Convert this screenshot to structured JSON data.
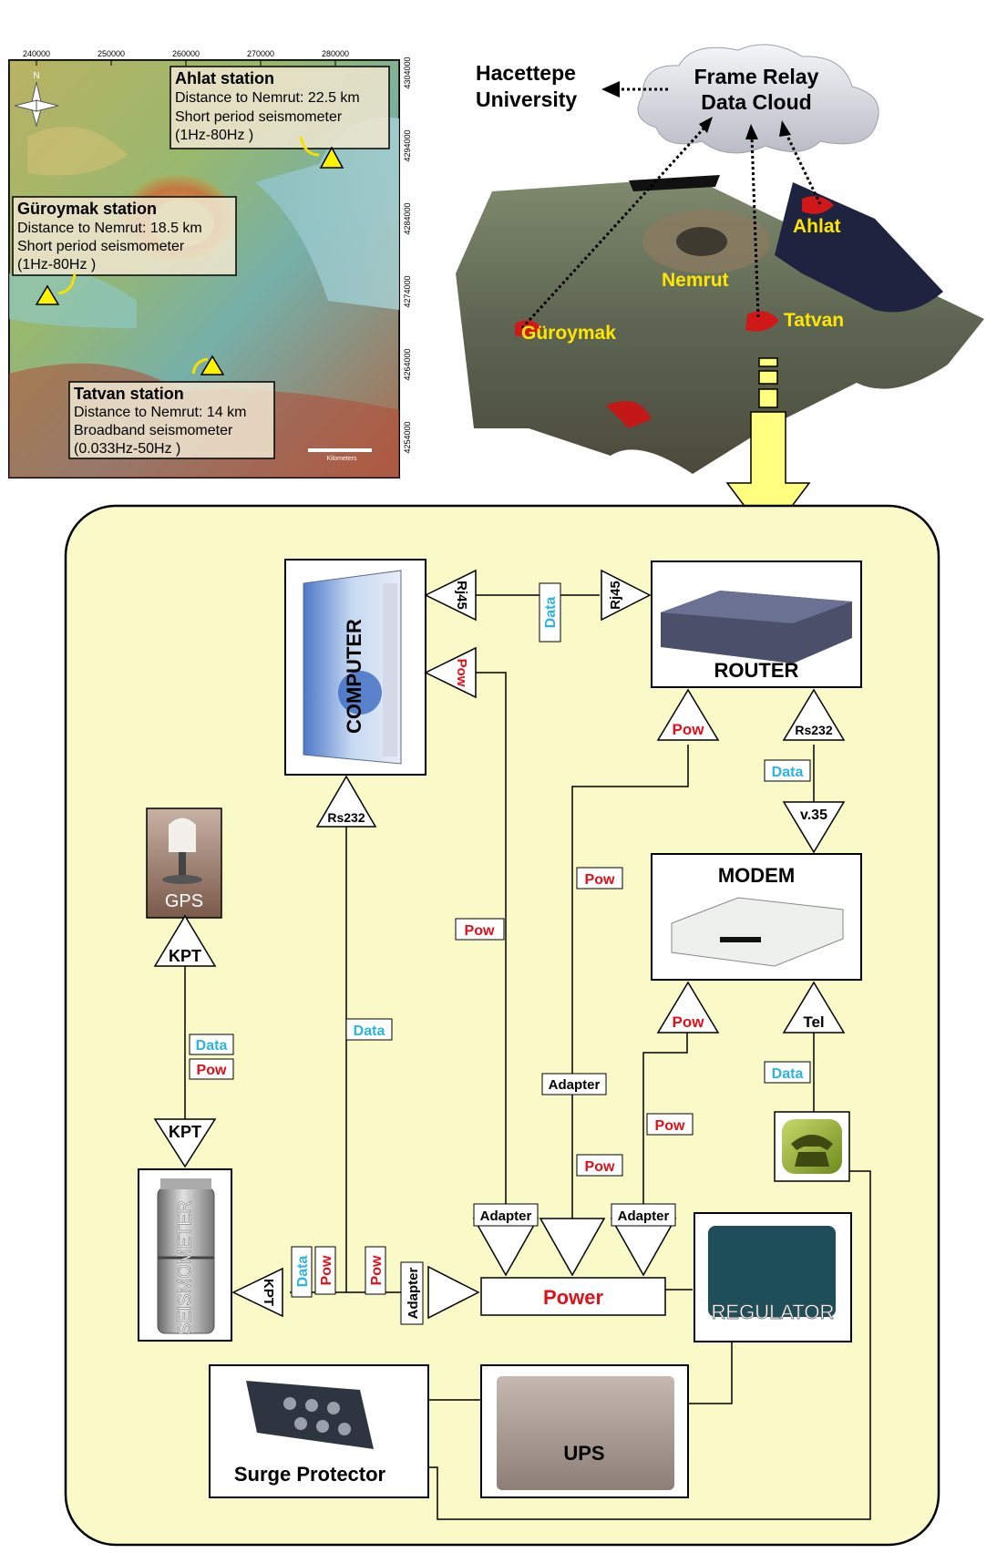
{
  "map": {
    "top_ticks": [
      "240000",
      "250000",
      "260000",
      "270000",
      "280000"
    ],
    "right_ticks": [
      "4304000",
      "4294000",
      "4284000",
      "4274000",
      "4264000",
      "4254000"
    ],
    "north": "N",
    "scale_label": "Kilometers",
    "stations": [
      {
        "title": "Ahlat station",
        "line1": "Distance to Nemrut: 22.5 km",
        "line2": "Short period seismometer",
        "line3": "(1Hz-80Hz )"
      },
      {
        "title": "Güroymak station",
        "line1": "Distance to Nemrut: 18.5 km",
        "line2": "Short period seismometer",
        "line3": "(1Hz-80Hz )"
      },
      {
        "title": "Tatvan station",
        "line1": "Distance to Nemrut: 14 km",
        "line2": "Broadband seismometer",
        "line3": "(0.033Hz-50Hz )"
      }
    ]
  },
  "network": {
    "university": [
      "Hacettepe",
      "University"
    ],
    "cloud": [
      "Frame Relay",
      "Data Cloud"
    ],
    "places": {
      "ahlat": "Ahlat",
      "nemrut": "Nemrut",
      "guroymak": "Güroymak",
      "tatvan": "Tatvan"
    }
  },
  "devices": {
    "computer": "COMPUTER",
    "router": "ROUTER",
    "modem": "MODEM",
    "gps": "GPS",
    "seismometer": "SEISMOMETER",
    "regulator": "REGULATOR",
    "ups": "UPS",
    "surge": "Surge Protector",
    "power": "Power"
  },
  "connectors": {
    "rj45": "Rj45",
    "rs232": "Rs232",
    "v35": "v.35",
    "kpt": "KPT",
    "tel": "Tel",
    "pow": "Pow",
    "adapter": "Adapter",
    "data": "Data"
  },
  "colors": {
    "panel_bg": "#fafac8",
    "data_text": "#29b6e0",
    "pow_text": "#e0101a",
    "place_label": "#ffe600",
    "arrow_fill": "#ffff80"
  }
}
